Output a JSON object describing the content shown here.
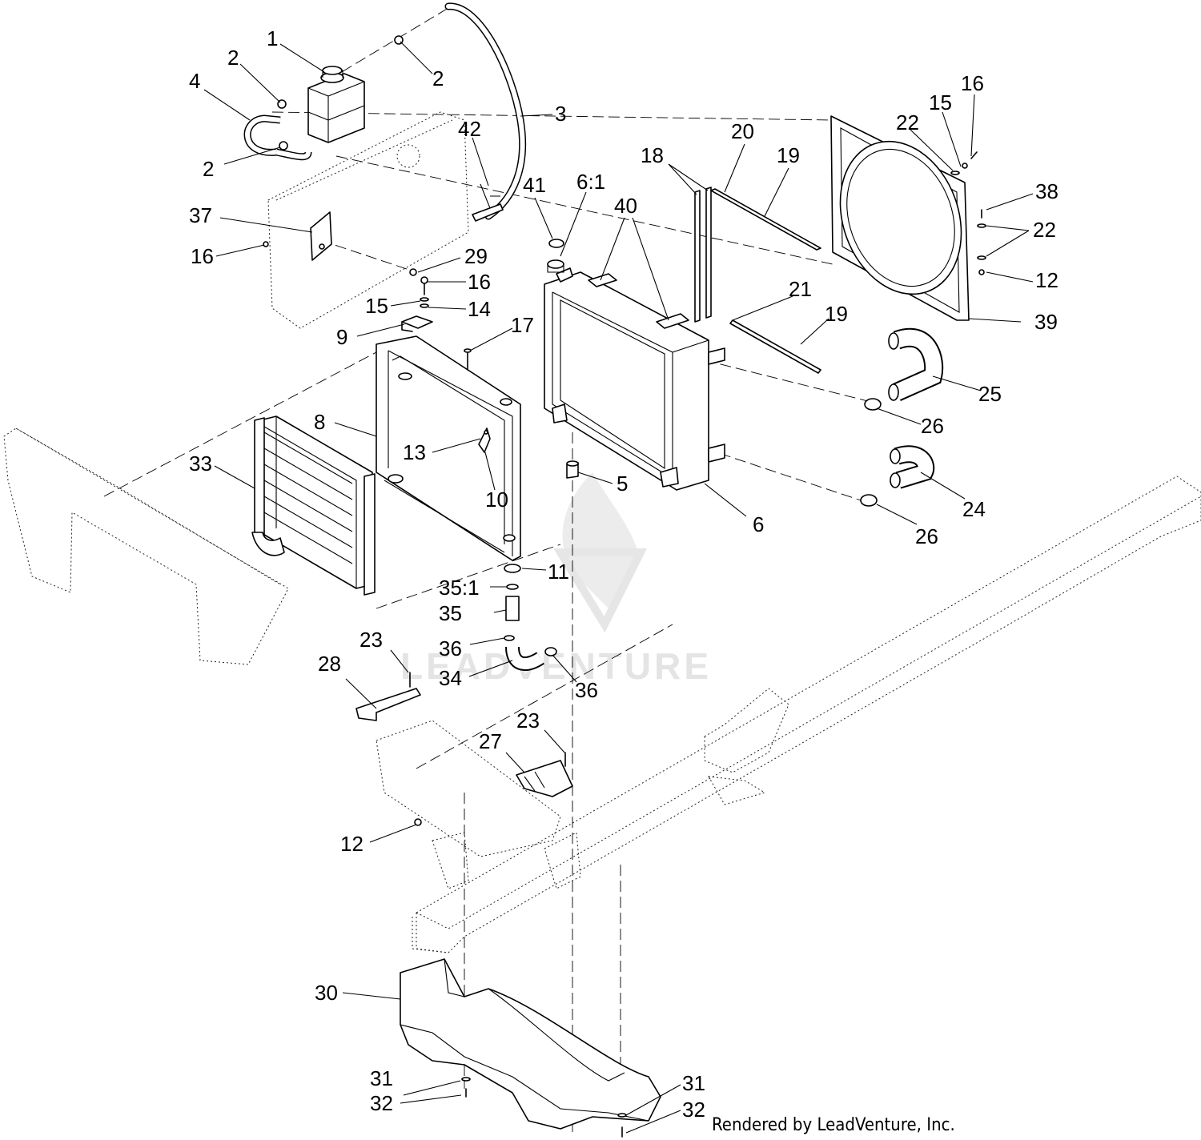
{
  "diagram": {
    "kind": "exploded parts diagram",
    "watermark": "LEADVENTURE",
    "credit": "Rendered by LeadVenture, Inc.",
    "callouts": [
      {
        "id": "c1",
        "label": "1"
      },
      {
        "id": "c2a",
        "label": "2"
      },
      {
        "id": "c2b",
        "label": "2"
      },
      {
        "id": "c2c",
        "label": "2"
      },
      {
        "id": "c3",
        "label": "3"
      },
      {
        "id": "c4",
        "label": "4"
      },
      {
        "id": "c42",
        "label": "42"
      },
      {
        "id": "c41",
        "label": "41"
      },
      {
        "id": "c6_1",
        "label": "6:1"
      },
      {
        "id": "c40",
        "label": "40"
      },
      {
        "id": "c18",
        "label": "18"
      },
      {
        "id": "c20",
        "label": "20"
      },
      {
        "id": "c19a",
        "label": "19"
      },
      {
        "id": "c16a",
        "label": "16"
      },
      {
        "id": "c15a",
        "label": "15"
      },
      {
        "id": "c22a",
        "label": "22"
      },
      {
        "id": "c38",
        "label": "38"
      },
      {
        "id": "c22b",
        "label": "22"
      },
      {
        "id": "c12a",
        "label": "12"
      },
      {
        "id": "c39",
        "label": "39"
      },
      {
        "id": "c37",
        "label": "37"
      },
      {
        "id": "c16b",
        "label": "16"
      },
      {
        "id": "c29",
        "label": "29"
      },
      {
        "id": "c16c",
        "label": "16"
      },
      {
        "id": "c15b",
        "label": "15"
      },
      {
        "id": "c14",
        "label": "14"
      },
      {
        "id": "c9",
        "label": "9"
      },
      {
        "id": "c17",
        "label": "17"
      },
      {
        "id": "c21",
        "label": "21"
      },
      {
        "id": "c19b",
        "label": "19"
      },
      {
        "id": "c25",
        "label": "25"
      },
      {
        "id": "c26a",
        "label": "26"
      },
      {
        "id": "c8",
        "label": "8"
      },
      {
        "id": "c33",
        "label": "33"
      },
      {
        "id": "c13",
        "label": "13"
      },
      {
        "id": "c10",
        "label": "10"
      },
      {
        "id": "c5",
        "label": "5"
      },
      {
        "id": "c24",
        "label": "24"
      },
      {
        "id": "c6",
        "label": "6"
      },
      {
        "id": "c26b",
        "label": "26"
      },
      {
        "id": "c11",
        "label": "11"
      },
      {
        "id": "c35_1",
        "label": "35:1"
      },
      {
        "id": "c35",
        "label": "35"
      },
      {
        "id": "c36a",
        "label": "36"
      },
      {
        "id": "c23a",
        "label": "23"
      },
      {
        "id": "c28",
        "label": "28"
      },
      {
        "id": "c34",
        "label": "34"
      },
      {
        "id": "c36b",
        "label": "36"
      },
      {
        "id": "c23b",
        "label": "23"
      },
      {
        "id": "c27",
        "label": "27"
      },
      {
        "id": "c12b",
        "label": "12"
      },
      {
        "id": "c30",
        "label": "30"
      },
      {
        "id": "c31a",
        "label": "31"
      },
      {
        "id": "c32a",
        "label": "32"
      },
      {
        "id": "c31b",
        "label": "31"
      },
      {
        "id": "c32b",
        "label": "32"
      }
    ]
  }
}
